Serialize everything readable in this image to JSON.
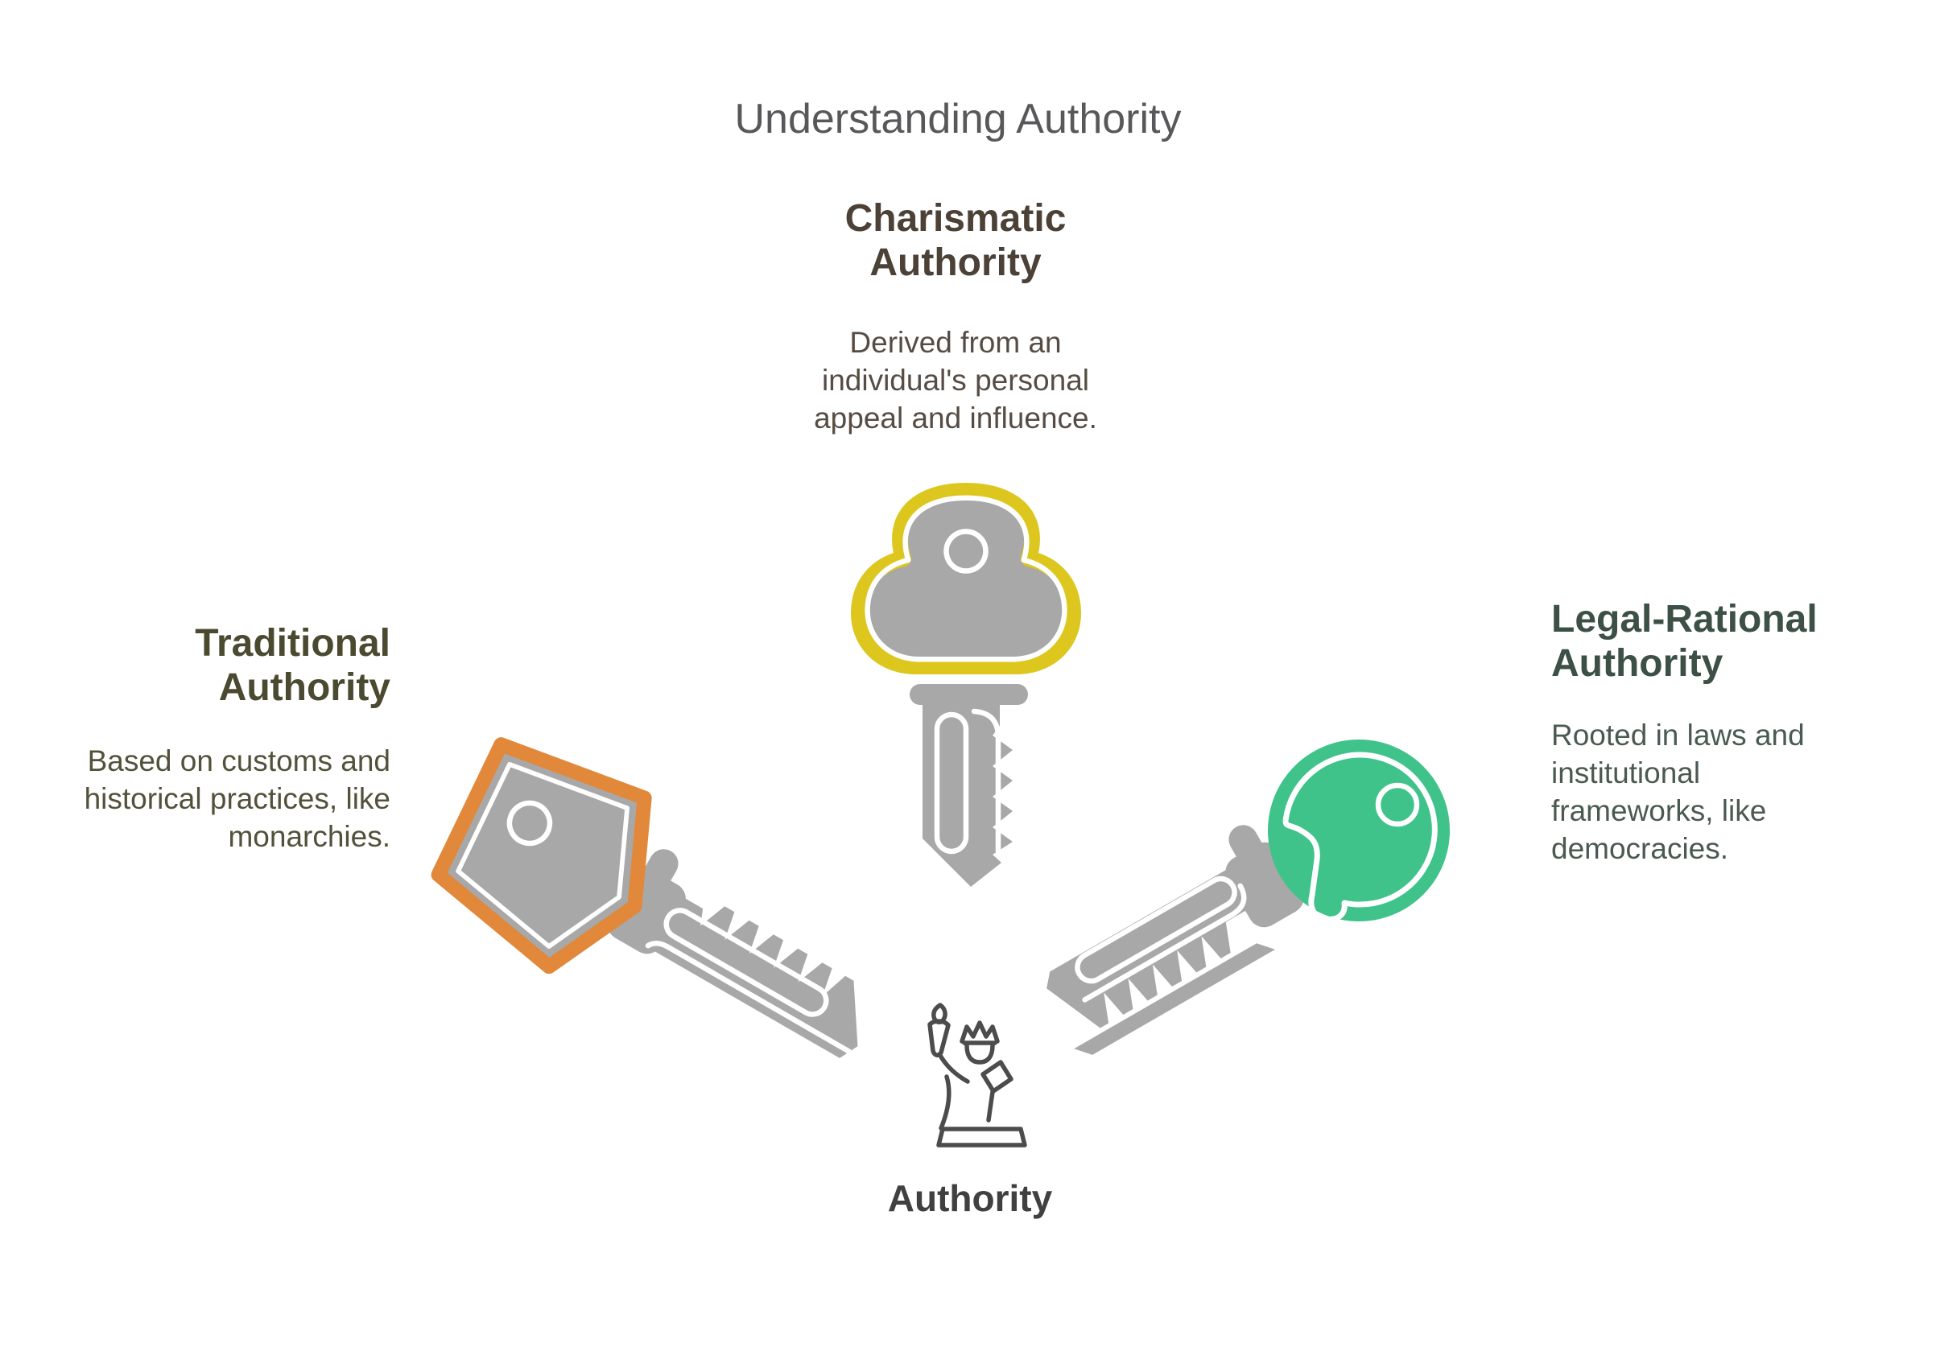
{
  "title": "Understanding Authority",
  "sections": {
    "charismatic": {
      "heading": [
        "Charismatic",
        "Authority"
      ],
      "description": [
        "Derived from an",
        "individual's personal",
        "appeal and influence."
      ],
      "icon": "key-icon",
      "accent_color": "#ddc71e"
    },
    "traditional": {
      "heading": [
        "Traditional",
        "Authority"
      ],
      "description": [
        "Based on customs and",
        "historical practices, like",
        "monarchies."
      ],
      "icon": "key-icon",
      "accent_color": "#e1883a"
    },
    "legal_rational": {
      "heading": [
        "Legal-Rational",
        "Authority"
      ],
      "description": [
        "Rooted in laws and",
        "institutional",
        "frameworks, like",
        "democracies."
      ],
      "icon": "key-icon",
      "accent_color": "#3fc38a"
    }
  },
  "center": {
    "label": "Authority",
    "icon": "statue-of-liberty-icon"
  },
  "colors": {
    "accent_yellow": "#ddc71e",
    "accent_orange": "#e1883a",
    "accent_green": "#3fc38a",
    "key_gray": "#a8a8a8",
    "title_gray": "#58585a",
    "charismatic_heading": "#4c4137",
    "charismatic_body": "#564c43",
    "traditional_heading": "#4b4a31",
    "traditional_body": "#53513b",
    "legal_heading": "#3c5046",
    "legal_body": "#4a5a51",
    "authority_label": "#404040",
    "statue_gray": "#4c4c4c"
  }
}
